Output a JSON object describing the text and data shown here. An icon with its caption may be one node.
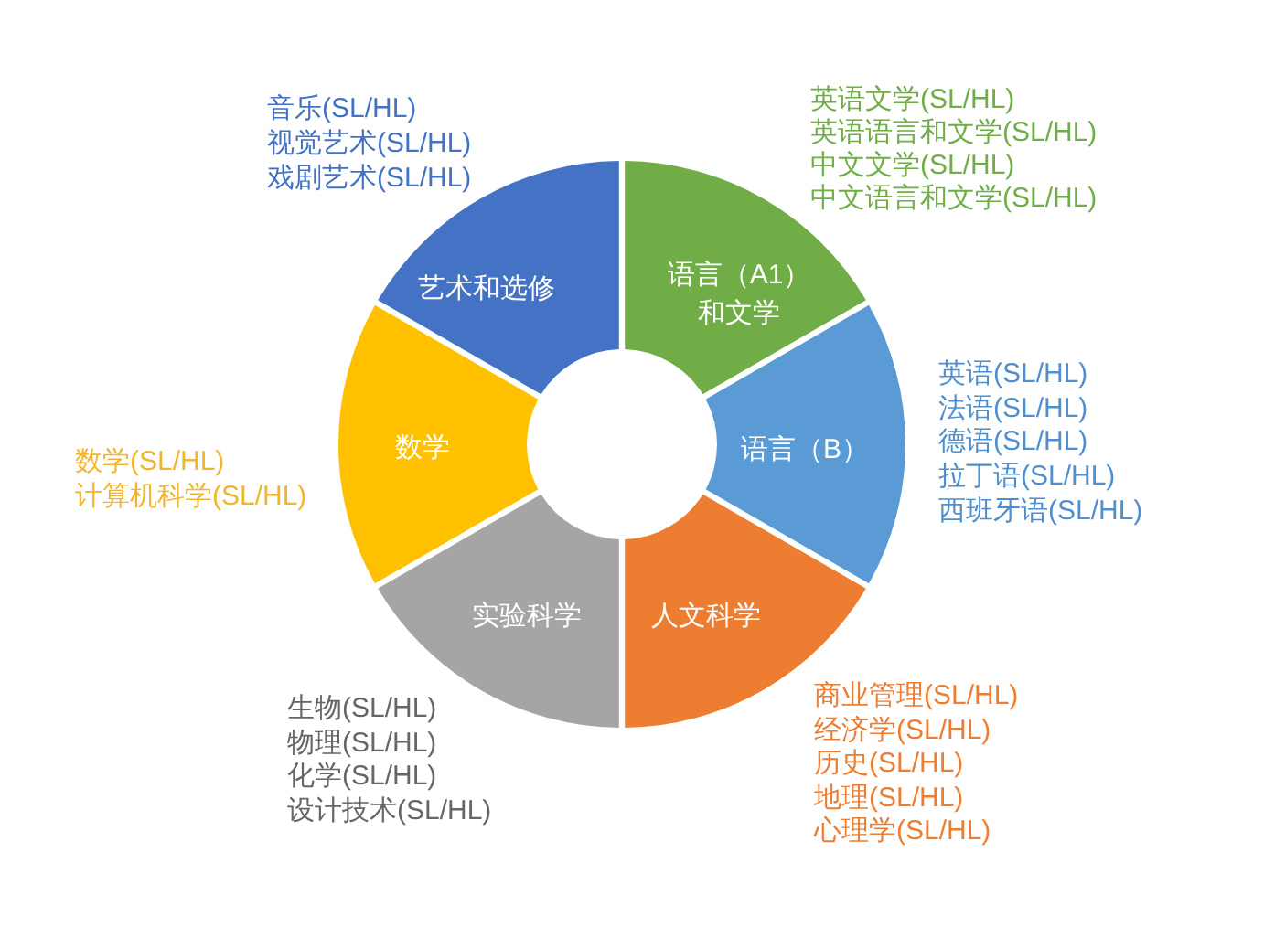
{
  "diagram": {
    "nodes": [
      {
        "text": [
          "艺术和选修"
        ],
        "beside": [
          "音乐(SL/HL)",
          "视觉艺术(SL/HL)",
          "戏剧艺术(SL/HL)"
        ]
      },
      {
        "text": [
          "语言（A1）和文学"
        ],
        "beside": [
          "英语文学(SL/HL)",
          "英语语言和文学(SL/HL)",
          "中文文学(SL/HL)",
          "中文语言和文学(SL/HL)"
        ]
      },
      {
        "text": [
          "语言（B）"
        ],
        "beside": [
          "英语(SL/HL)",
          "法语(SL/HL)",
          "德语(SL/HL)",
          "拉丁语(SL/HL)",
          "西班牙语(SL/HL)"
        ]
      },
      {
        "text": [
          "人文科学"
        ],
        "beside": [
          "商业管理(SL/HL)",
          "经济学(SL/HL)",
          "历史(SL/HL)",
          "地理(SL/HL)",
          "心理学(SL/HL)"
        ]
      },
      {
        "text": [
          "实验科学"
        ],
        "beside": [
          "生物(SL/HL)",
          "物理(SL/HL)",
          "化学(SL/HL)",
          "设计技术(SL/HL)"
        ]
      },
      {
        "text": [
          "数学"
        ],
        "beside": [
          "数学(SL/HL)",
          "计算机科学(SL/HL)"
        ]
      }
    ]
  }
}
